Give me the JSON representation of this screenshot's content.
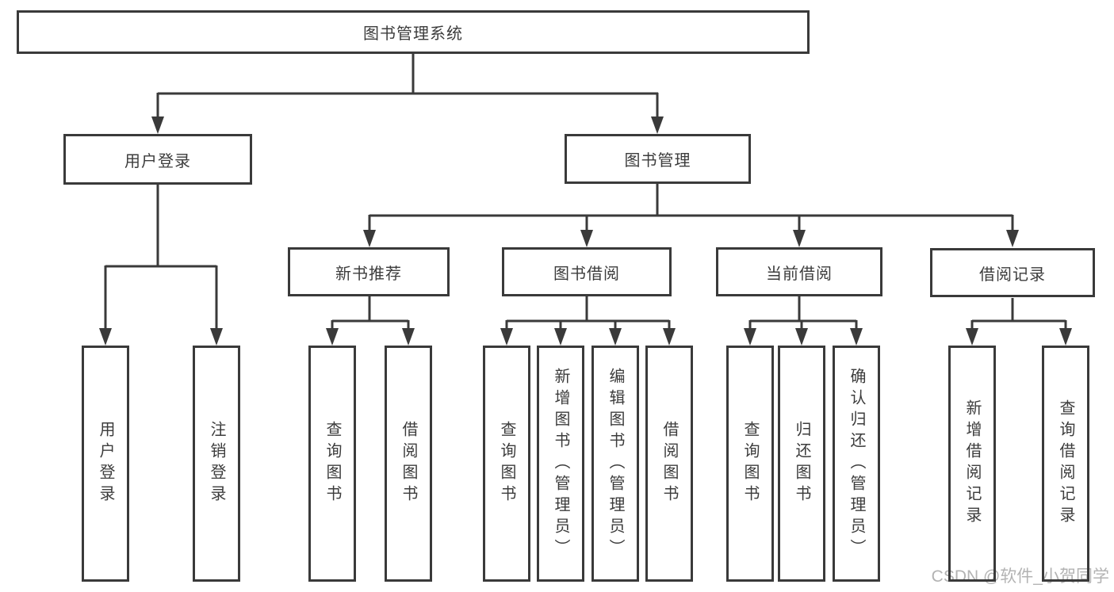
{
  "tree": {
    "root": "图书管理系统",
    "branches": [
      {
        "label": "用户登录",
        "children": [
          "用户登录",
          "注销登录"
        ]
      },
      {
        "label": "图书管理",
        "children": [
          {
            "label": "新书推荐",
            "children": [
              "查询图书",
              "借阅图书"
            ]
          },
          {
            "label": "图书借阅",
            "children": [
              "查询图书",
              "新增图书（管理员）",
              "编辑图书（管理员）",
              "借阅图书"
            ]
          },
          {
            "label": "当前借阅",
            "children": [
              "查询图书",
              "归还图书",
              "确认归还（管理员）"
            ]
          },
          {
            "label": "借阅记录",
            "children": [
              "新增借阅记录",
              "查询借阅记录"
            ]
          }
        ]
      }
    ]
  },
  "watermark": "CSDN @软件_小贺同学",
  "colors": {
    "line": "#3a3a3a",
    "text": "#3c3c3c",
    "watermark": "#b3b3b3"
  }
}
